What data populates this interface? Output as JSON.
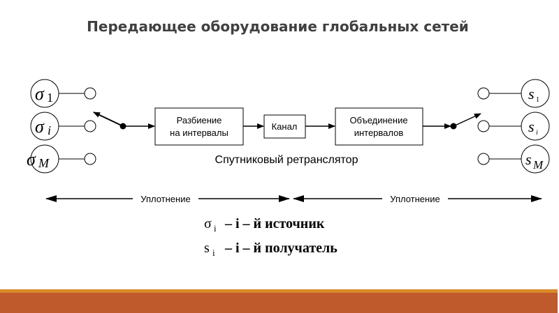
{
  "title": "Передающее оборудование глобальных сетей",
  "diagram": {
    "sources": [
      {
        "symbol": "σ",
        "sub": "1"
      },
      {
        "symbol": "σ",
        "sub": "i"
      },
      {
        "symbol": "σ",
        "sub": "M"
      }
    ],
    "receivers": [
      {
        "symbol": "s",
        "sub": "1"
      },
      {
        "symbol": "s",
        "sub": "i"
      },
      {
        "symbol": "s",
        "sub": "M"
      }
    ],
    "blocks": {
      "split_line1": "Разбиение",
      "split_line2": "на интервалы",
      "channel": "Канал",
      "merge_line1": "Объединение",
      "merge_line2": "интервалов"
    },
    "satellite_label": "Спутниковый ретранслятор",
    "multiplex_left": "Уплотнение",
    "multiplex_right": "Уплотнение"
  },
  "legend": [
    {
      "symbol": "σ",
      "sub": "i",
      "text": "– i – й источник"
    },
    {
      "symbol": "s",
      "sub": "i",
      "text": "– i – й получатель"
    }
  ]
}
